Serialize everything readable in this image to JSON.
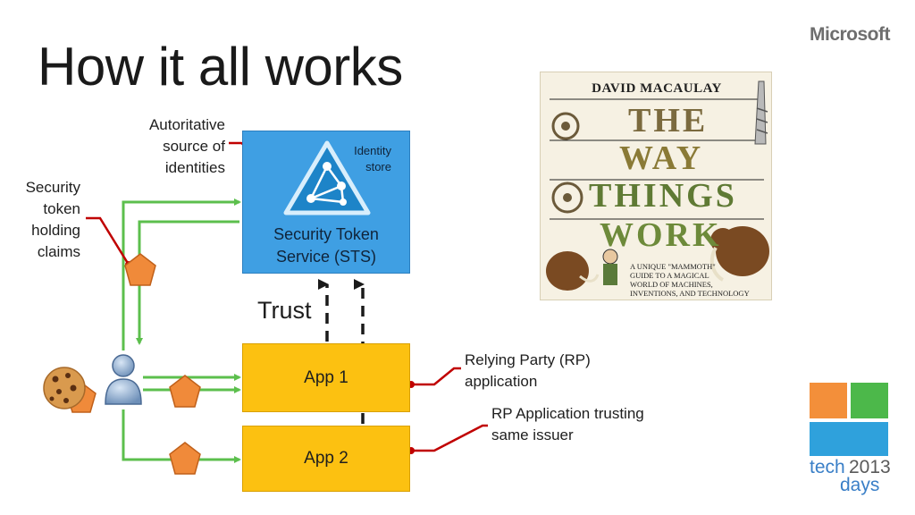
{
  "slide": {
    "title": "How it all works",
    "brand_logo": "Microsoft",
    "event_logo": {
      "prefix": "tech",
      "year": "2013",
      "suffix": "days"
    }
  },
  "diagram": {
    "sts": {
      "label_line1": "Security Token",
      "label_line2": "Service (STS)",
      "store_line1": "Identity",
      "store_line2": "store"
    },
    "apps": [
      {
        "label": "App 1"
      },
      {
        "label": "App 2"
      }
    ],
    "trust_label": "Trust",
    "annotations": {
      "source": [
        "Autoritative",
        "source of",
        "identities"
      ],
      "token": [
        "Security",
        "token",
        "holding",
        "claims"
      ],
      "rp": [
        "Relying Party (RP)",
        "application"
      ],
      "rp2": [
        "RP Application trusting",
        "same issuer"
      ]
    },
    "colors": {
      "sts": "#3f9fe3",
      "app": "#fcc111",
      "arrow": "#5cbf4d",
      "callout": "#c00000",
      "token": "#f08a3a"
    }
  },
  "book": {
    "author": "DAVID MACAULAY",
    "title_words": [
      "THE",
      "WAY",
      "THINGS",
      "WORK"
    ],
    "subtitle": [
      "A Unique \"Mammoth\"",
      "Guide to a Magical",
      "World of Machines,",
      "Inventions, and Technology"
    ]
  }
}
